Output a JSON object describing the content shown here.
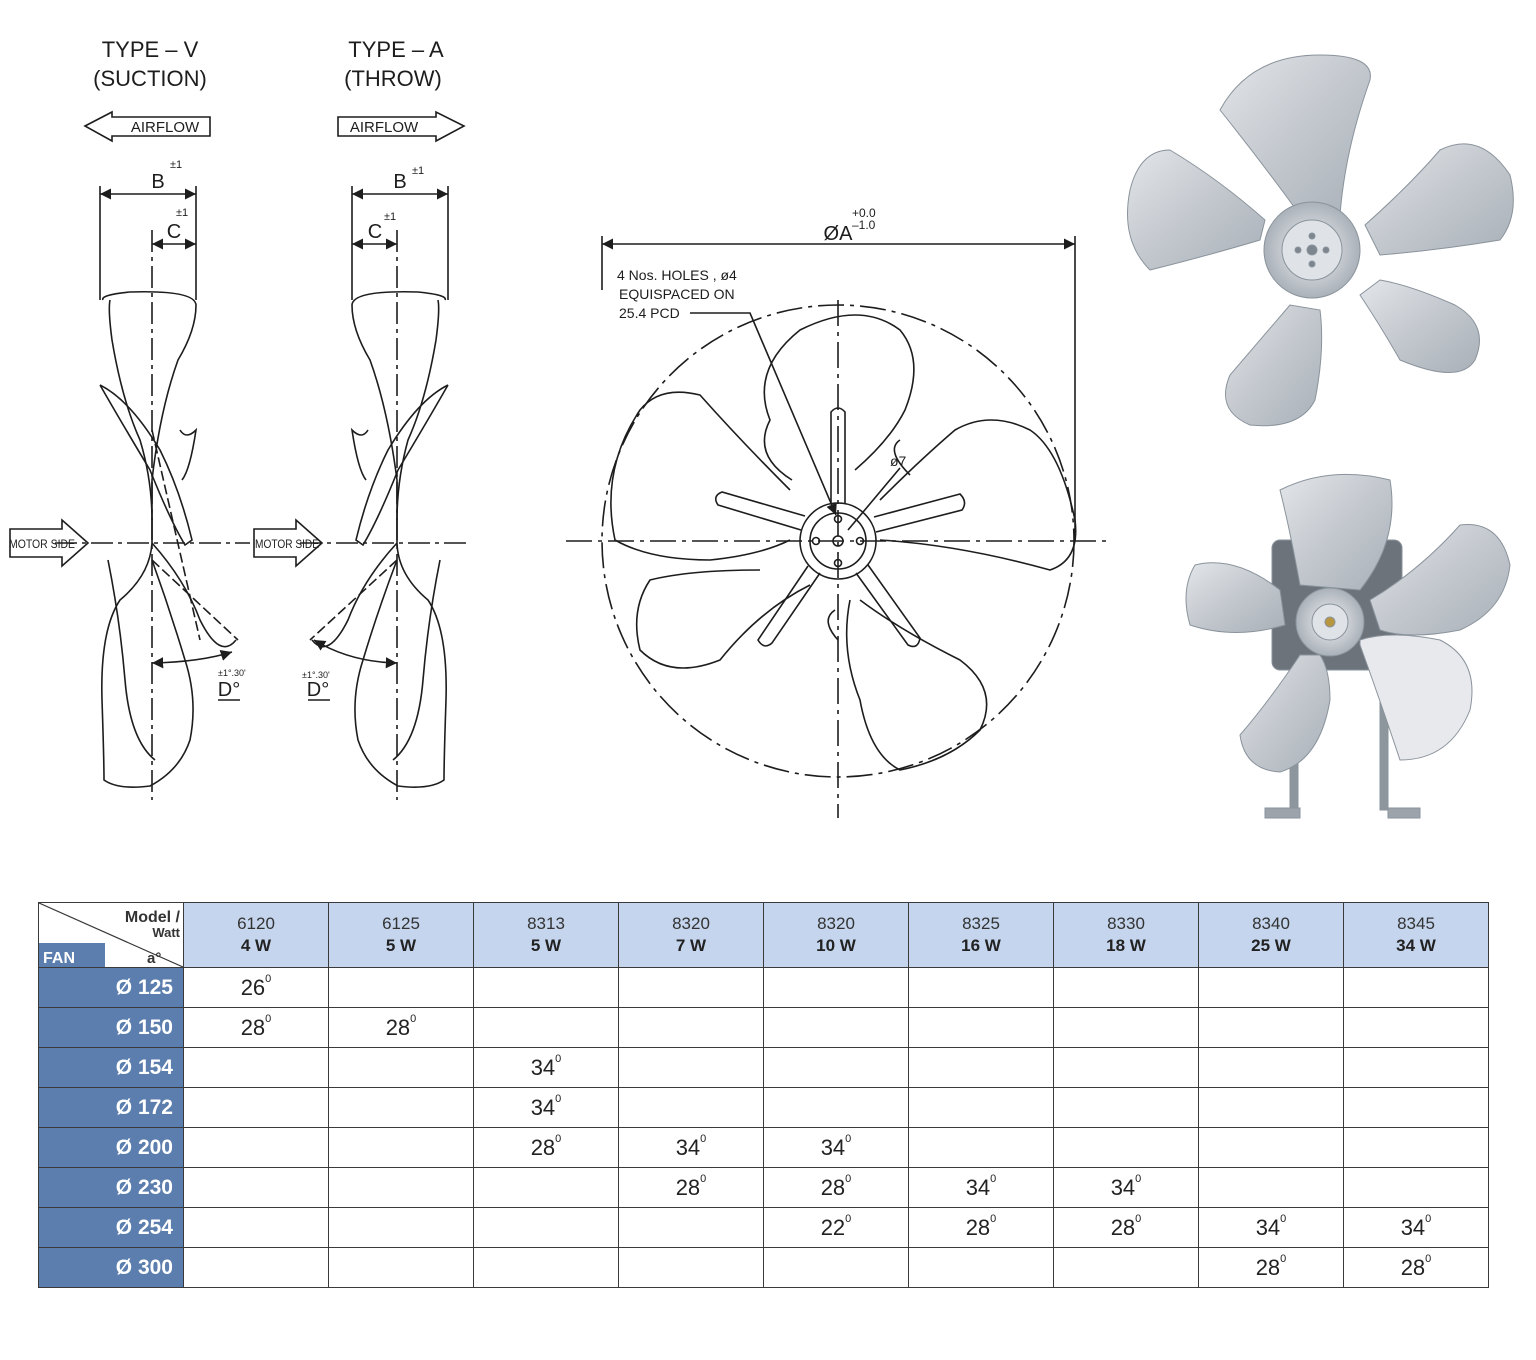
{
  "drawing": {
    "type_v": {
      "title": "TYPE – V",
      "subtitle": "(SUCTION)",
      "airflow": "AIRFLOW"
    },
    "type_a": {
      "title": "TYPE – A",
      "subtitle": "(THROW)",
      "airflow": "AIRFLOW"
    },
    "motor_side": "MOTOR SIDE",
    "dim_b": "B",
    "dim_b_tol": "±1",
    "dim_c": "C",
    "dim_c_tol": "±1",
    "dim_d": "D°",
    "dim_d_tol": "±1°.30'",
    "dim_a": "ØA",
    "dim_a_tol_upper": "+0.0",
    "dim_a_tol_lower": "–1.0",
    "holes_note": [
      "4 Nos. HOLES , ø4",
      "EQUISPACED ON",
      "25.4 PCD"
    ],
    "hub_dia": "ø7"
  },
  "table": {
    "corner": {
      "model": "Model /",
      "watt": "Watt",
      "angle": "a°",
      "fan": "FAN"
    },
    "columns": [
      {
        "model": "6120",
        "watt": "4 W"
      },
      {
        "model": "6125",
        "watt": "5 W"
      },
      {
        "model": "8313",
        "watt": "5 W"
      },
      {
        "model": "8320",
        "watt": "7 W"
      },
      {
        "model": "8320",
        "watt": "10 W"
      },
      {
        "model": "8325",
        "watt": "16 W"
      },
      {
        "model": "8330",
        "watt": "18 W"
      },
      {
        "model": "8340",
        "watt": "25 W"
      },
      {
        "model": "8345",
        "watt": "34 W"
      }
    ],
    "rows": [
      {
        "fan": "Ø 125",
        "values": [
          "26",
          "",
          "",
          "",
          "",
          "",
          "",
          "",
          ""
        ]
      },
      {
        "fan": "Ø 150",
        "values": [
          "28",
          "28",
          "",
          "",
          "",
          "",
          "",
          "",
          ""
        ]
      },
      {
        "fan": "Ø 154",
        "values": [
          "",
          "",
          "34",
          "",
          "",
          "",
          "",
          "",
          ""
        ]
      },
      {
        "fan": "Ø 172",
        "values": [
          "",
          "",
          "34",
          "",
          "",
          "",
          "",
          "",
          ""
        ]
      },
      {
        "fan": "Ø 200",
        "values": [
          "",
          "",
          "28",
          "34",
          "34",
          "",
          "",
          "",
          ""
        ]
      },
      {
        "fan": "Ø 230",
        "values": [
          "",
          "",
          "",
          "28",
          "28",
          "34",
          "34",
          "",
          ""
        ]
      },
      {
        "fan": "Ø 254",
        "values": [
          "",
          "",
          "",
          "",
          "22",
          "28",
          "28",
          "34",
          "34"
        ]
      },
      {
        "fan": "Ø 300",
        "values": [
          "",
          "",
          "",
          "",
          "",
          "",
          "",
          "28",
          "28"
        ]
      }
    ],
    "degree_mark": "0"
  },
  "colors": {
    "header_bg": "#c4d5ed",
    "rowhead_bg": "#5b7eae",
    "blade": "#c9ced4",
    "line": "#1d1d1d"
  }
}
